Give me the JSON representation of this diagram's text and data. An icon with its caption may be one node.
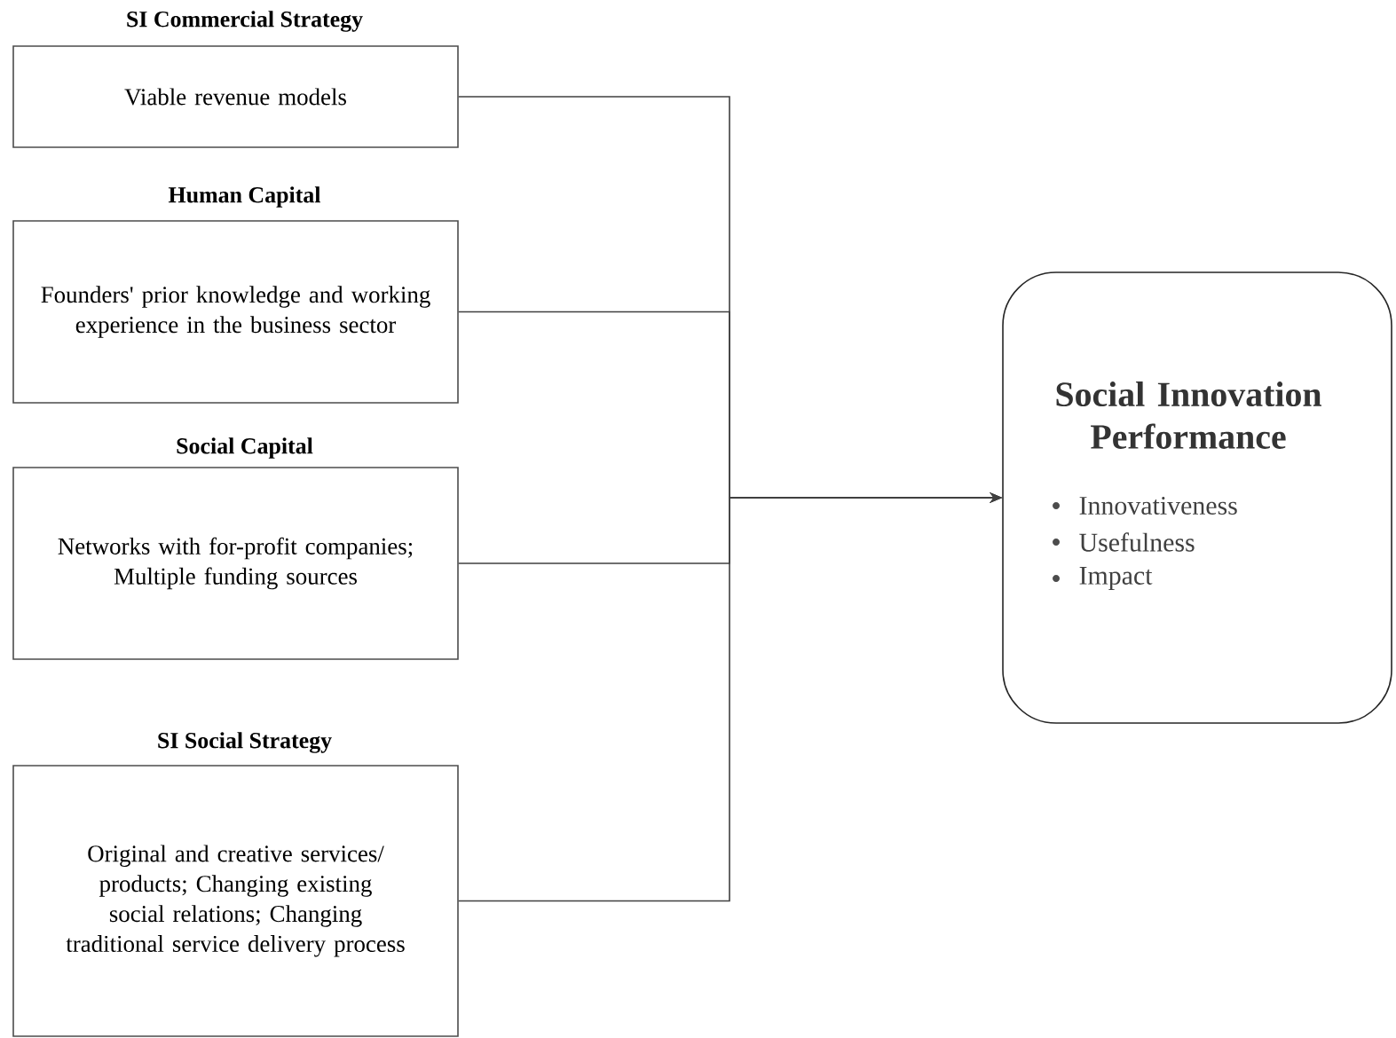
{
  "diagram": {
    "nodes": [
      {
        "text": [
          "SI Commercial Strategy",
          "Viable revenue models"
        ]
      },
      {
        "text": [
          "Human Capital",
          "Founders' prior knowledge and working experience in the business sector"
        ]
      },
      {
        "text": [
          "Social Capital",
          "Networks with for-profit companies; Multiple funding sources"
        ]
      },
      {
        "text": [
          "SI Social Strategy",
          "Original and creative services/ products; Changing existing social relations; Changing traditional service delivery process"
        ]
      },
      {
        "text": [
          "Social Innovation Performance",
          "Innovativeness",
          "Usefulness",
          "Impact"
        ]
      }
    ],
    "edges": [
      {
        "from": 0,
        "to": 4,
        "arrow": "to"
      },
      {
        "from": 1,
        "to": 4,
        "arrow": "to"
      },
      {
        "from": 2,
        "to": 4,
        "arrow": "to"
      },
      {
        "from": 3,
        "to": 4,
        "arrow": "to"
      }
    ]
  }
}
